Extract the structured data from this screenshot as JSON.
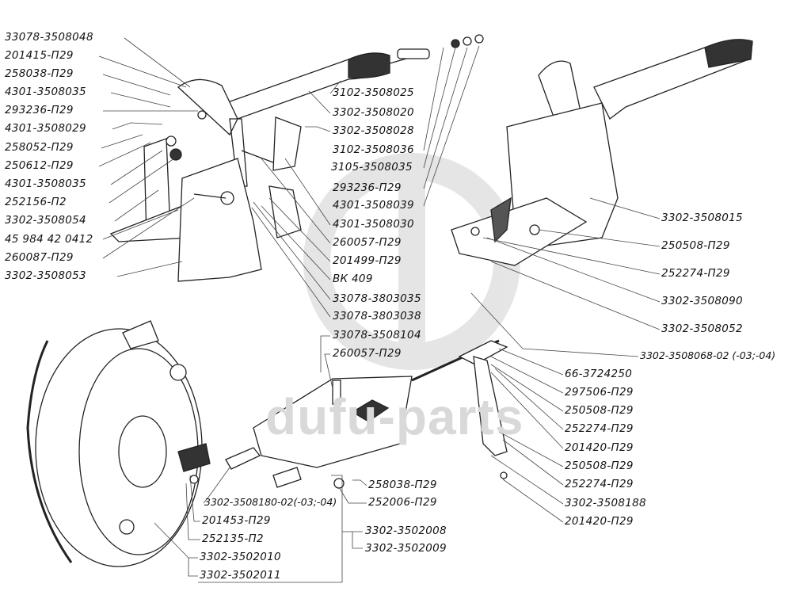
{
  "watermark": {
    "text": "dufu-parts",
    "color": "#d9d9d9"
  },
  "labels": {
    "left": [
      "33078-3508048",
      "201415-П29",
      "258038-П29",
      "4301-3508035",
      "293236-П29",
      "4301-3508029",
      "258052-П29",
      "250612-П29",
      "4301-3508035",
      "252156-П2",
      "3302-3508054",
      "45 984 42 0412",
      "260087-П29",
      "3302-3508053"
    ],
    "middle": [
      "3102-3508025",
      "3302-3508020",
      "3302-3508028",
      "3102-3508036",
      "3105-3508035",
      "293236-П29",
      "4301-3508039",
      "4301-3508030",
      "260057-П29",
      "201499-П29",
      "ВК 409",
      "33078-3803035",
      "33078-3803038",
      "33078-3508104",
      "260057-П29"
    ],
    "right_upper": [
      "3302-3508015",
      "250508-П29",
      "252274-П29",
      "3302-3508090",
      "3302-3508052"
    ],
    "cable": "3302-3508068-02 (-03;-04)",
    "right_lower": [
      "66-3724250",
      "297506-П29",
      "250508-П29",
      "252274-П29",
      "201420-П29",
      "250508-П29",
      "252274-П29",
      "3302-3508188",
      "201420-П29"
    ],
    "bottom": {
      "pin": "258038-П29",
      "washer": "252006-П29",
      "cable_rear": "3302-3508180-02(-03;-04)",
      "bolt": "201453-П29",
      "lock_washer": "252135-П2",
      "shield_1": "3302-3502010",
      "shield_2": "3302-3502011",
      "shoe_1": "3302-3502008",
      "shoe_2": "3302-3502009"
    }
  }
}
